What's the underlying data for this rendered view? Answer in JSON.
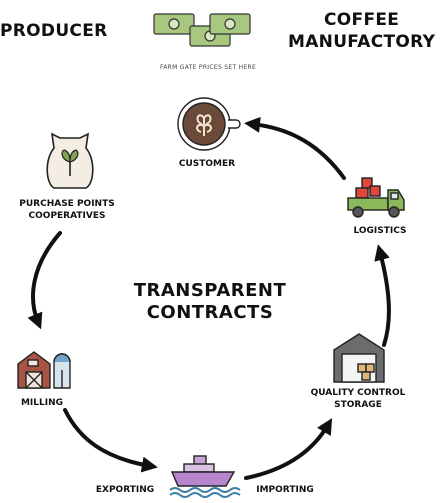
{
  "header": {
    "left": "PRODUCER",
    "right_line1": "COFFEE",
    "right_line2": "MANUFACTORY",
    "subtitle": "FARM GATE PRICES SET HERE"
  },
  "center": {
    "line1": "TRANSPARENT",
    "line2": "CONTRACTS"
  },
  "nodes": {
    "customer": "CUSTOMER",
    "purchase_line1": "PURCHASE POINTS",
    "purchase_line2": "COOPERATIVES",
    "logistics": "LOGISTICS",
    "milling": "MILLING",
    "quality_line1": "QUALITY CONTROL",
    "quality_line2": "STORAGE",
    "exporting": "EXPORTING",
    "importing": "IMPORTING"
  },
  "icons": {
    "money": "money-stack-icon",
    "coffee": "coffee-cup-icon",
    "sack": "coffee-sack-icon",
    "truck": "delivery-truck-icon",
    "mill": "barn-mill-icon",
    "warehouse": "warehouse-icon",
    "ship": "cargo-ship-icon"
  }
}
